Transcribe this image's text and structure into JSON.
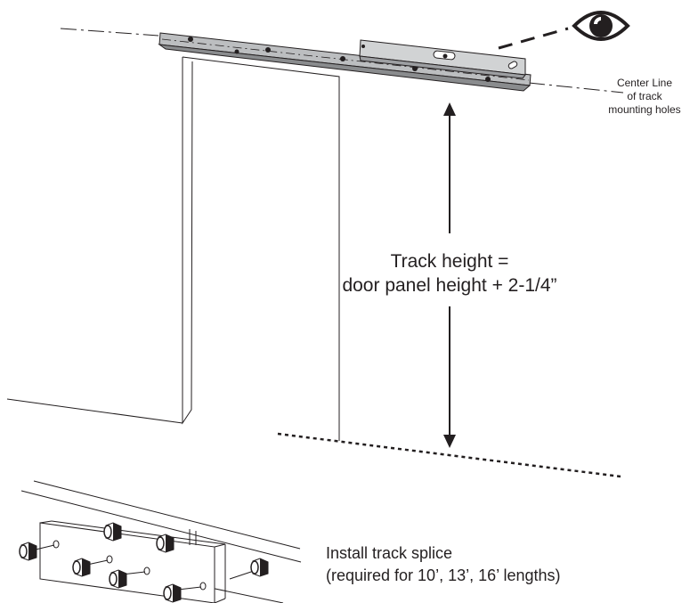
{
  "center_line_label": {
    "line1": "Center Line",
    "line2": "of track",
    "line3": "mounting holes"
  },
  "track_height_label": {
    "line1": "Track height =",
    "line2": "door panel height + 2-1/4”"
  },
  "splice_label": {
    "line1": "Install track splice",
    "line2": "(required for 10’, 13’, 16’ lengths)"
  },
  "icons": [
    "eye-icon",
    "level-tool-icon",
    "bolt-icon",
    "double-arrow-icon"
  ],
  "colors": {
    "line": "#231f20",
    "track_fill": "#bcbec0",
    "track_shadow": "#8a8c8e",
    "level_fill": "#d1d3d4"
  }
}
